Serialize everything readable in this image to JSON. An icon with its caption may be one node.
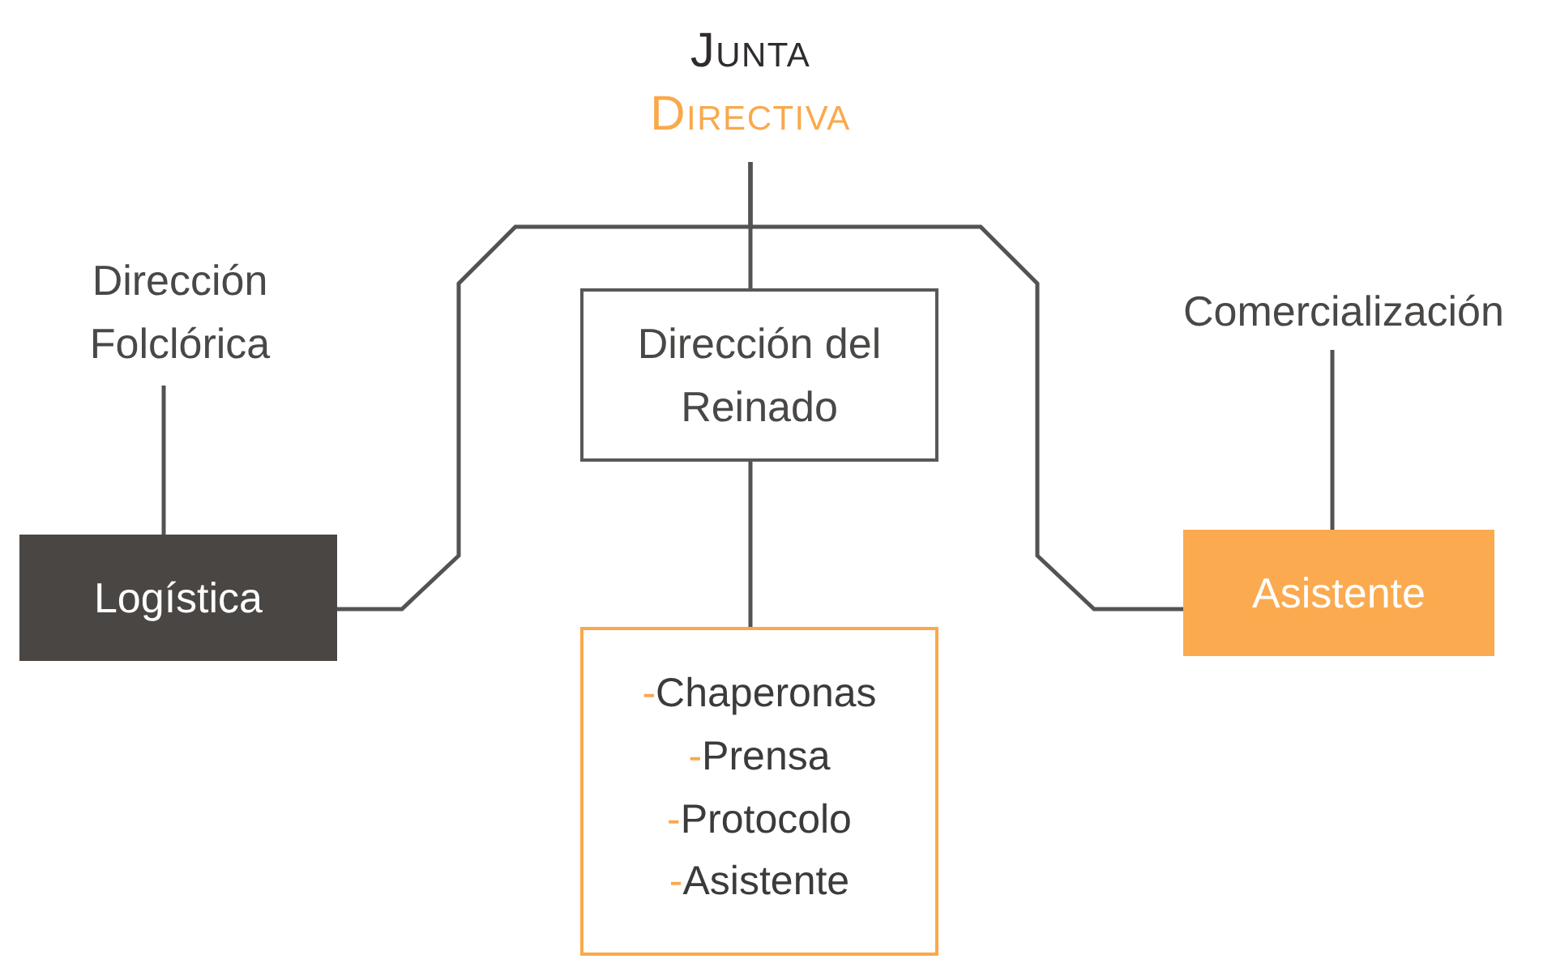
{
  "diagram": {
    "nodes": [
      {
        "text": [
          "Junta",
          "Directiva"
        ]
      },
      {
        "text": [
          "Dirección Folclórica"
        ]
      },
      {
        "text": [
          "Logística"
        ]
      },
      {
        "text": [
          "Dirección del Reinado"
        ]
      },
      {
        "text": [
          "Comercialización"
        ]
      },
      {
        "text": [
          "Asistente"
        ]
      },
      {
        "text": [
          "-Chaperonas",
          "-Prensa",
          "-Protocolo",
          "-Asistente"
        ]
      }
    ],
    "edges": [
      {
        "from": 0,
        "to": 2,
        "arrow": "none"
      },
      {
        "from": 0,
        "to": 3,
        "arrow": "none"
      },
      {
        "from": 0,
        "to": 5,
        "arrow": "none"
      },
      {
        "from": 3,
        "to": 6,
        "arrow": "none"
      },
      {
        "from": 1,
        "to": 2,
        "arrow": "none"
      },
      {
        "from": 4,
        "to": 5,
        "arrow": "none"
      }
    ]
  }
}
